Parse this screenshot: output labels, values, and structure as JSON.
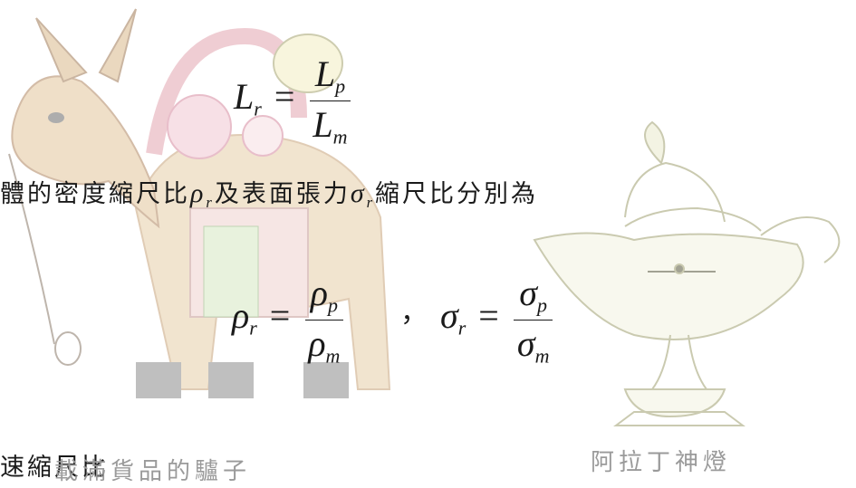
{
  "formula_length": {
    "lhs": "L",
    "lhs_sub": "r",
    "equals": "=",
    "num": "L",
    "num_sub": "p",
    "den": "L",
    "den_sub": "m"
  },
  "density_line": {
    "prefix": "體的密度縮尺比",
    "rho": "ρ",
    "rho_sub": "r",
    "middle": "及表面張力",
    "sigma": "σ",
    "sigma_sub": "r",
    "suffix": "縮尺比分別為"
  },
  "formula_density": {
    "lhs": "ρ",
    "lhs_sub": "r",
    "equals": "=",
    "num": "ρ",
    "num_sub": "p",
    "den": "ρ",
    "den_sub": "m",
    "separator": "，"
  },
  "formula_tension": {
    "lhs": "σ",
    "lhs_sub": "r",
    "equals": "=",
    "num": "σ",
    "num_sub": "p",
    "den": "σ",
    "den_sub": "m"
  },
  "bottom_line": {
    "text": "速縮尺比"
  },
  "captions": {
    "donkey": "載滿貨品的驢子",
    "lamp": "阿拉丁神燈"
  },
  "colors": {
    "text": "#1a1a1a",
    "donkey_brown": "#c8a47a",
    "blanket_pink": "#e3a6b0",
    "lamp_stroke": "#b5b58f",
    "caption_gray": "#9a9a9a"
  }
}
